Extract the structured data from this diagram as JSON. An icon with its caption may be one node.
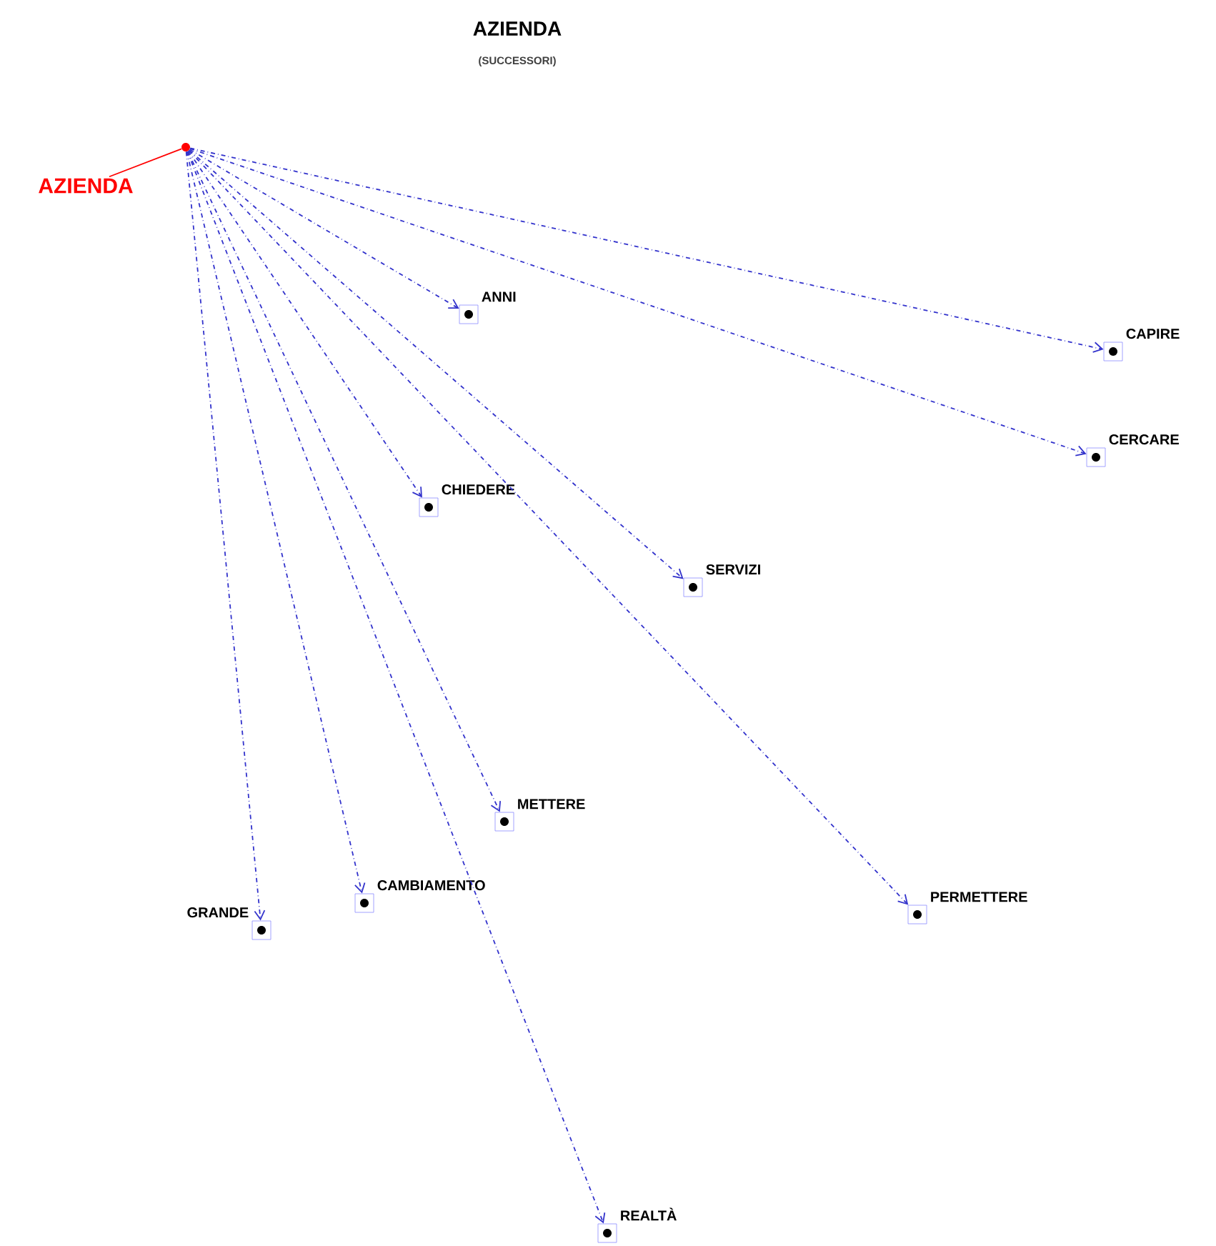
{
  "diagram": {
    "title": "AZIENDA",
    "labels": [
      "(SUCCESSORI)"
    ],
    "nodes": [
      {
        "text": [
          "AZIENDA"
        ]
      },
      {
        "text": [],
        "shape": "circle"
      },
      {
        "text": [
          "ANNI"
        ]
      },
      {
        "text": [
          "CAPIRE"
        ]
      },
      {
        "text": [
          "CERCARE"
        ]
      },
      {
        "text": [
          "CHIEDERE"
        ]
      },
      {
        "text": [
          "SERVIZI"
        ]
      },
      {
        "text": [
          "METTERE"
        ]
      },
      {
        "text": [
          "GRANDE"
        ]
      },
      {
        "text": [
          "CAMBIAMENTO"
        ]
      },
      {
        "text": [
          "PERMETTERE"
        ]
      },
      {
        "text": [
          "REALTÀ"
        ]
      }
    ],
    "edges": [
      {
        "from": 0,
        "to": 1,
        "arrow": "none",
        "color": "#ff0000"
      },
      {
        "from": 1,
        "to": 2,
        "arrow": "to",
        "style": "dashed"
      },
      {
        "from": 1,
        "to": 3,
        "arrow": "to",
        "style": "dashed"
      },
      {
        "from": 1,
        "to": 4,
        "arrow": "to",
        "style": "dashed"
      },
      {
        "from": 1,
        "to": 5,
        "arrow": "to",
        "style": "dashed"
      },
      {
        "from": 1,
        "to": 6,
        "arrow": "to",
        "style": "dashed"
      },
      {
        "from": 1,
        "to": 7,
        "arrow": "to",
        "style": "dashed"
      },
      {
        "from": 1,
        "to": 8,
        "arrow": "to",
        "style": "dashed"
      },
      {
        "from": 1,
        "to": 9,
        "arrow": "to",
        "style": "dashed"
      },
      {
        "from": 1,
        "to": 10,
        "arrow": "to",
        "style": "dashed"
      },
      {
        "from": 1,
        "to": 11,
        "arrow": "to",
        "style": "dashed"
      }
    ]
  }
}
